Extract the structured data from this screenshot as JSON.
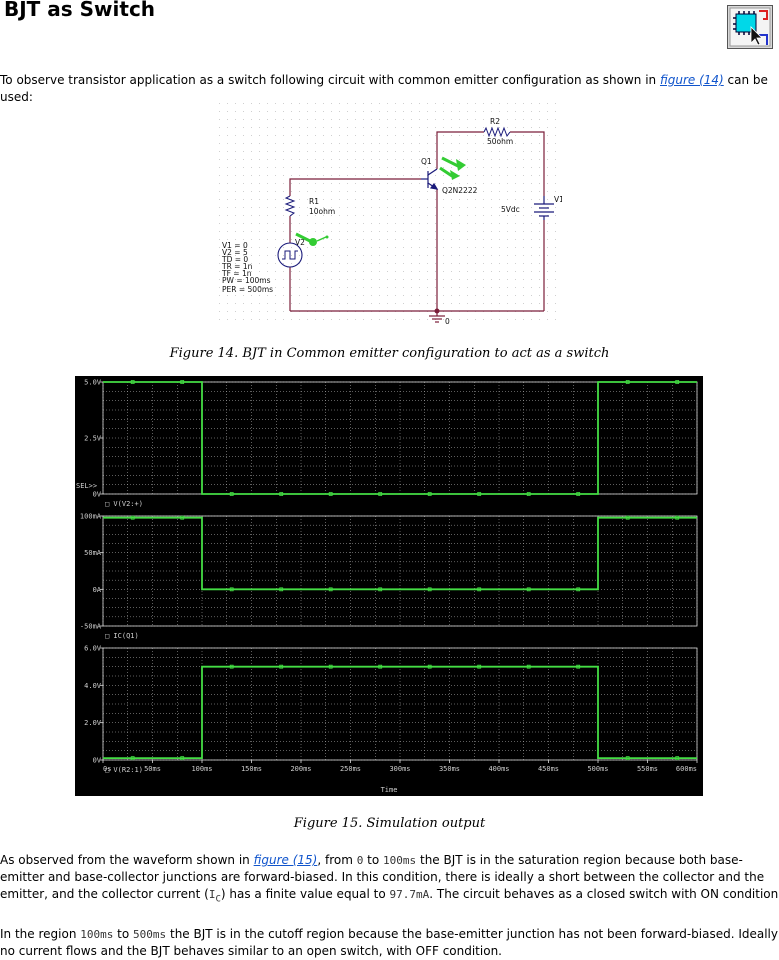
{
  "page": {
    "title": "BJT as Switch",
    "intro": {
      "before": "To observe transistor application as a switch following circuit with common emitter configuration as shown in ",
      "link": "figure (14)",
      "after": " can be used:"
    },
    "fig14_caption": "Figure 14. BJT in Common emitter configuration to act as a switch",
    "fig15_caption": "Figure 15. Simulation output",
    "para1": {
      "t1": "As observed from the waveform shown in ",
      "link": "figure (15)",
      "t2": ", from ",
      "v1": "0",
      "t3": " to ",
      "v2": "100ms",
      "t4": " the BJT is in the saturation region because both base-emitter and base-collector junctions are forward-biased. In this condition, there is ideally a short between the collector and the emitter, and the collector current (",
      "ic_letter": "I",
      "ic_sub": "C",
      "t5": ") has a finite value equal to ",
      "v3": "97.7mA",
      "t6": ". The circuit behaves as a closed switch with ON condition"
    },
    "para2": {
      "t1": "In the region ",
      "v1": "100ms",
      "t2": " to ",
      "v2": "500ms",
      "t3": " the BJT is in the cutoff region because the base-emitter junction has not been forward-biased. Ideally no current flows and the BJT behaves similar to an open switch, with OFF condition."
    },
    "icon_name": "circuit-editor-icon"
  },
  "schematic": {
    "r2_label": "R2",
    "r2_value": "50ohm",
    "q1_label": "Q1",
    "q1_model": "Q2N2222",
    "r1_label": "R1",
    "r1_value": "10ohm",
    "v2_label": "V2",
    "v1_label": "V1",
    "v1_value": "5Vdc",
    "ground_label": "0",
    "v2_params": [
      "V1 = 0",
      "V2 = 5",
      "TD = 0",
      "TR = 1n",
      "TF = 1n",
      "PW = 100ms",
      "PER = 500ms"
    ],
    "colors": {
      "wire": "#7b1f3a",
      "marker": "#33cc33",
      "part": "#1a1a7a"
    }
  },
  "chart_data": {
    "type": "line",
    "xlabel": "Time",
    "x_unit": "ms",
    "xlim": [
      0,
      600
    ],
    "x_ticks": [
      0,
      50,
      100,
      150,
      200,
      250,
      300,
      350,
      400,
      450,
      500,
      550,
      600
    ],
    "x_tick_labels": [
      "0s",
      "50ms",
      "100ms",
      "150ms",
      "200ms",
      "250ms",
      "300ms",
      "350ms",
      "400ms",
      "450ms",
      "500ms",
      "550ms",
      "600ms"
    ],
    "colors": {
      "background": "#000000",
      "trace": "#44dd44",
      "text": "#cccccc",
      "grid": "#bbbbbb"
    },
    "panels": [
      {
        "series_name": "V(V2:+)",
        "ylim": [
          0,
          5
        ],
        "y_ticks": [
          0,
          2.5,
          5
        ],
        "y_tick_labels": [
          "0V",
          "2.5V",
          "5.0V"
        ],
        "sel_label": "SEL>>",
        "x": [
          0,
          100,
          100,
          500,
          500,
          600
        ],
        "y": [
          5,
          5,
          0,
          0,
          5,
          5
        ]
      },
      {
        "series_name": "IC(Q1)",
        "y_unit": "mA",
        "ylim": [
          -50,
          100
        ],
        "y_ticks": [
          -50,
          0,
          50,
          100
        ],
        "y_tick_labels": [
          "-50mA",
          "0A",
          "50mA",
          "100mA"
        ],
        "x": [
          0,
          100,
          100,
          500,
          500,
          600
        ],
        "y": [
          97.7,
          97.7,
          0,
          0,
          97.7,
          97.7
        ]
      },
      {
        "series_name": "V(R2:1)",
        "ylim": [
          0,
          6
        ],
        "y_ticks": [
          0,
          2,
          4,
          6
        ],
        "y_tick_labels": [
          "0V",
          "2.0V",
          "4.0V",
          "6.0V"
        ],
        "x": [
          0,
          100,
          100,
          500,
          500,
          600
        ],
        "y": [
          0.1,
          0.1,
          5,
          5,
          0.1,
          0.1
        ]
      }
    ]
  }
}
